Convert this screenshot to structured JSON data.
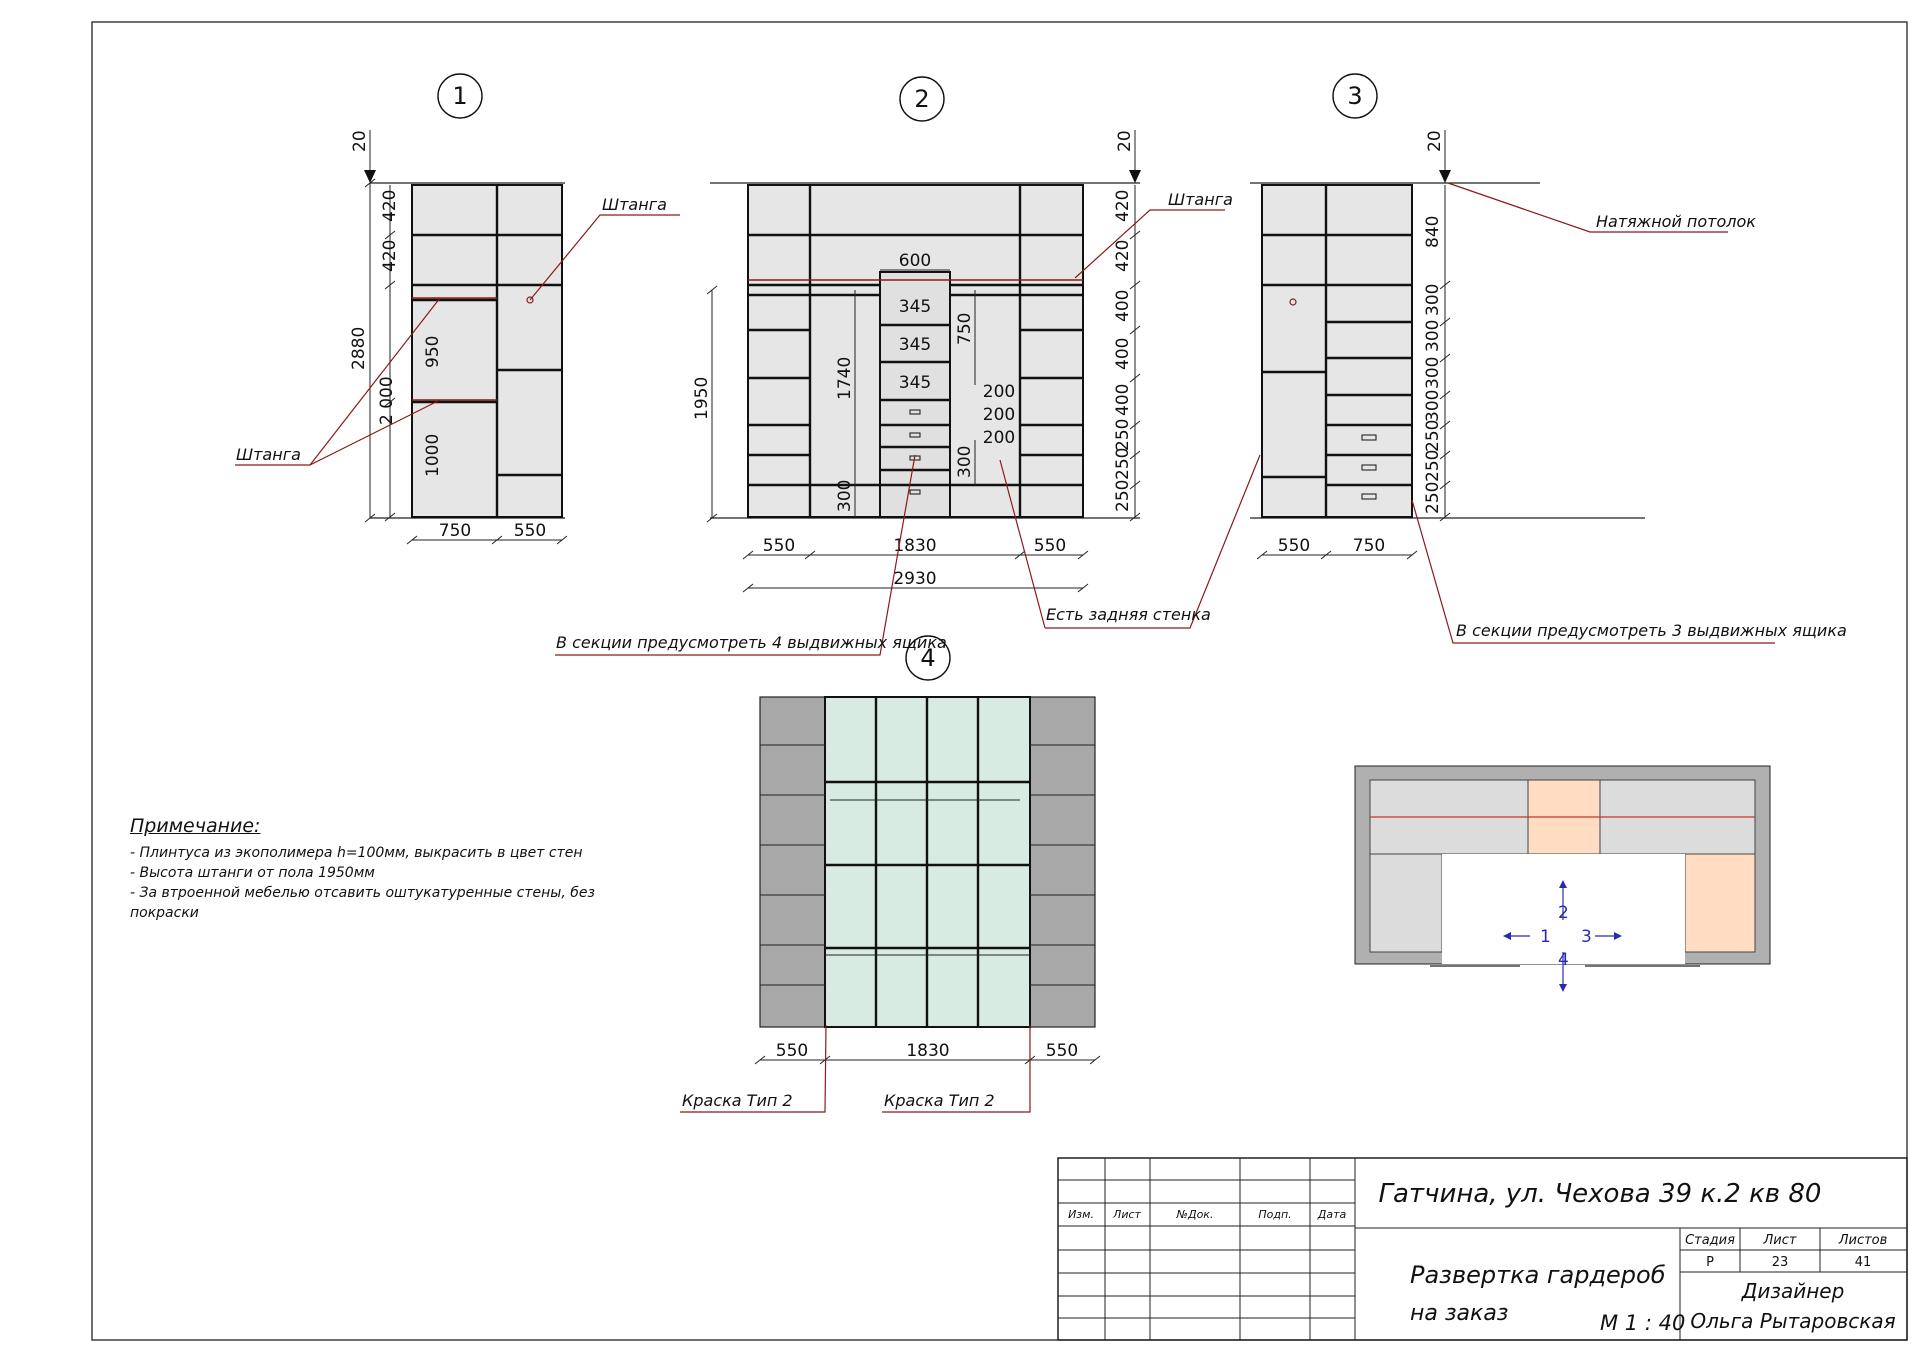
{
  "views": {
    "view1": {
      "number": "1",
      "top_gap": "20",
      "heights": [
        "420",
        "420",
        "950",
        "1000"
      ],
      "total_height": "2880",
      "rod_height": "2 000",
      "widths": [
        "750",
        "550"
      ]
    },
    "view2": {
      "number": "2",
      "top_gap": "20",
      "heights_right": [
        "420",
        "420",
        "400",
        "400",
        "400",
        "250",
        "250",
        "250"
      ],
      "drawer_unit_width": "600",
      "drawers_top": [
        "345",
        "345",
        "345"
      ],
      "drawers_small": [
        "200",
        "200",
        "200"
      ],
      "dim_1950": "1950",
      "dim_1740": "1740",
      "dim_750": "750",
      "dim_300a": "300",
      "dim_300b": "300",
      "widths": [
        "550",
        "1830",
        "550"
      ],
      "total_width": "2930"
    },
    "view3": {
      "number": "3",
      "top_gap": "20",
      "heights_right": [
        "840",
        "300",
        "300",
        "300",
        "300",
        "250",
        "250",
        "250"
      ],
      "widths": [
        "550",
        "750"
      ]
    },
    "view4": {
      "number": "4",
      "widths": [
        "550",
        "1830",
        "550"
      ],
      "paint_left": "Краска Тип 2",
      "paint_right": "Краска Тип 2"
    }
  },
  "labels": {
    "rod_left": "Штанга",
    "rod_view1": "Штанга",
    "rod_view2": "Штанга",
    "ceiling": "Натяжной потолок",
    "drawers4": "В секции предусмотреть 4 выдвижных ящика",
    "back_wall": "Есть задняя стенка",
    "drawers3": "В секции предусмотреть 3 выдвижных ящика"
  },
  "plan": {
    "arrows": [
      "1",
      "2",
      "3",
      "4"
    ]
  },
  "notes": {
    "title": "Примечание:",
    "lines": [
      "- Плинтуса из экополимера h=100мм, выкрасить в цвет стен",
      "- Высота штанги от пола 1950мм",
      "- За втроенной мебелью отсавить оштукатуренные стены, без покраски"
    ]
  },
  "title_block": {
    "address": "Гатчина, ул. Чехова 39 к.2 кв 80",
    "col_headers": [
      "Изм.",
      "Лист",
      "№Док.",
      "Подп.",
      "Дата"
    ],
    "sheet_title_line1": "Развертка гардероб",
    "sheet_title_line2": "на заказ",
    "scale": "М 1 : 40",
    "stage_label": "Стадия",
    "sheet_label": "Лист",
    "sheets_label": "Листов",
    "stage_value": "Р",
    "sheet_value": "23",
    "sheets_value": "41",
    "designer_role": "Дизайнер",
    "designer_name": "Ольга Рытаровская"
  },
  "colors": {
    "leader": "#8b1a1a",
    "cabinet_fill": "#e6e6e6",
    "plan_accent": "#ffdcc2",
    "arrow": "#2a2ab0"
  }
}
